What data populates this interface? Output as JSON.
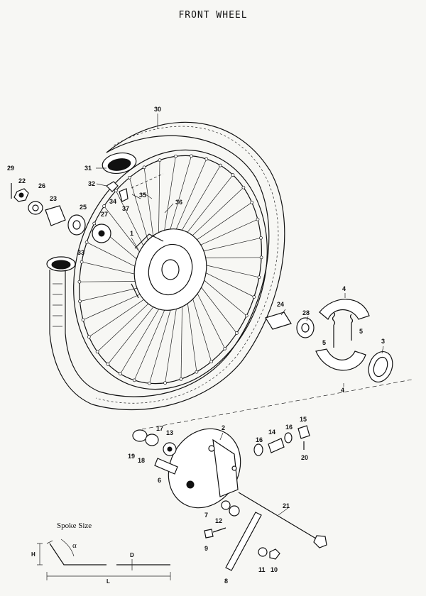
{
  "title": "FRONT WHEEL",
  "labels": {
    "p1": "1",
    "p2": "2",
    "p3": "3",
    "p4a": "4",
    "p4b": "4",
    "p5a": "5",
    "p5b": "5",
    "p6": "6",
    "p7": "7",
    "p8": "8",
    "p9": "9",
    "p10": "10",
    "p11": "11",
    "p12": "12",
    "p13": "13",
    "p14": "14",
    "p15": "15",
    "p16a": "16",
    "p16b": "16",
    "p17": "17",
    "p18": "18",
    "p19": "19",
    "p20": "20",
    "p21": "21",
    "p22": "22",
    "p23": "23",
    "p24": "24",
    "p25": "25",
    "p26": "26",
    "p27": "27",
    "p28": "28",
    "p29": "29",
    "p30": "30",
    "p31": "31",
    "p32": "32",
    "p33": "33",
    "p34": "34",
    "p35": "35",
    "p36": "36",
    "p37": "37"
  },
  "spoke_size": {
    "heading": "Spoke Size",
    "h": "H",
    "alpha": "α",
    "d": "D",
    "l": "L"
  }
}
